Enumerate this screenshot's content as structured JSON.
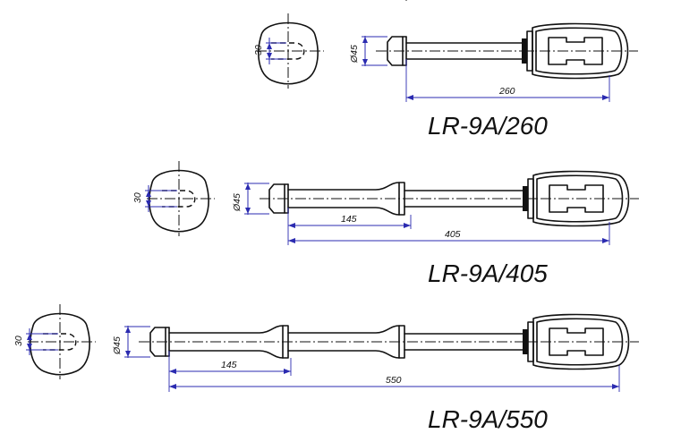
{
  "drawings": [
    {
      "model": "LR-9A/260",
      "diameter_label": "Ø45",
      "end_height_label": "30",
      "overall_label": "260"
    },
    {
      "model": "LR-9A/405",
      "diameter_label": "Ø45",
      "end_height_label": "30",
      "segment_label": "145",
      "overall_label": "405"
    },
    {
      "model": "LR-9A/550",
      "diameter_label": "Ø45",
      "end_height_label": "30",
      "segment_label": "145",
      "overall_label": "550"
    }
  ]
}
